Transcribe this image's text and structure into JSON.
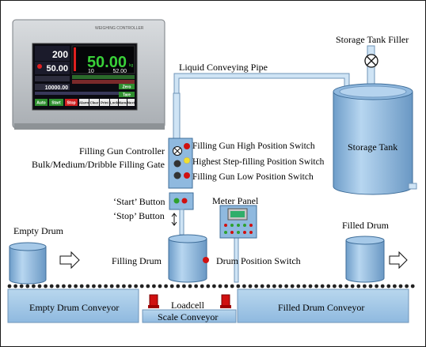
{
  "labels": {
    "storage_tank_filler": "Storage Tank Filler",
    "liquid_conveying_pipe": "Liquid Conveying Pipe",
    "storage_tank": "Storage Tank",
    "filling_gun_controller": "Filling Gun Controller",
    "filling_gate": "Bulk/Medium/Dribble  Filling  Gate",
    "high_position_switch": "Filling Gun High Position Switch",
    "step_filling_switch": "Highest Step-filling Position Switch",
    "low_position_switch": "Filling Gun Low Position Switch",
    "start_button": "‘Start’ Button",
    "stop_button": "‘Stop’ Button",
    "meter_panel": "Meter Panel",
    "empty_drum": "Empty Drum",
    "filled_drum": "Filled Drum",
    "filling_drum": "Filling Drum",
    "drum_position_switch": "Drum Position Switch",
    "empty_drum_conveyor": "Empty Drum Conveyor",
    "loadcell": "Loadcell",
    "scale_conveyor": "Scale Conveyor",
    "filled_drum_conveyor": "Filled Drum Conveyor"
  },
  "controller": {
    "brand": "WEIGHING CONTROLLER",
    "target": "200",
    "preset": "50.00",
    "main_weight": "50.00",
    "unit": "kg",
    "count": "10",
    "net": "52.00",
    "total": "10000.00",
    "btn_zero": "Zero",
    "btn_tare": "Tare",
    "btn_auto": "Auto",
    "btn_start": "Start",
    "btn_stop": "Stop",
    "btn_alarm": "Alarm",
    "btn_clear": "Clear",
    "btn_print": "Print",
    "btn_lock": "Lock",
    "btn_manu": "Manu",
    "btn_next": "Next"
  },
  "colors": {
    "equipment_blue": "#9cc6e8",
    "equipment_dark": "#5f8fbf",
    "pipe": "#bcd9f0",
    "loadcell_red": "#d01010",
    "screen_green": "#39d039",
    "switch_yellow": "#f0e030"
  },
  "icons": {
    "valve": "circle-x-icon",
    "arrow": "outline-right-arrow-icon",
    "updown": "up-down-arrow-icon"
  }
}
